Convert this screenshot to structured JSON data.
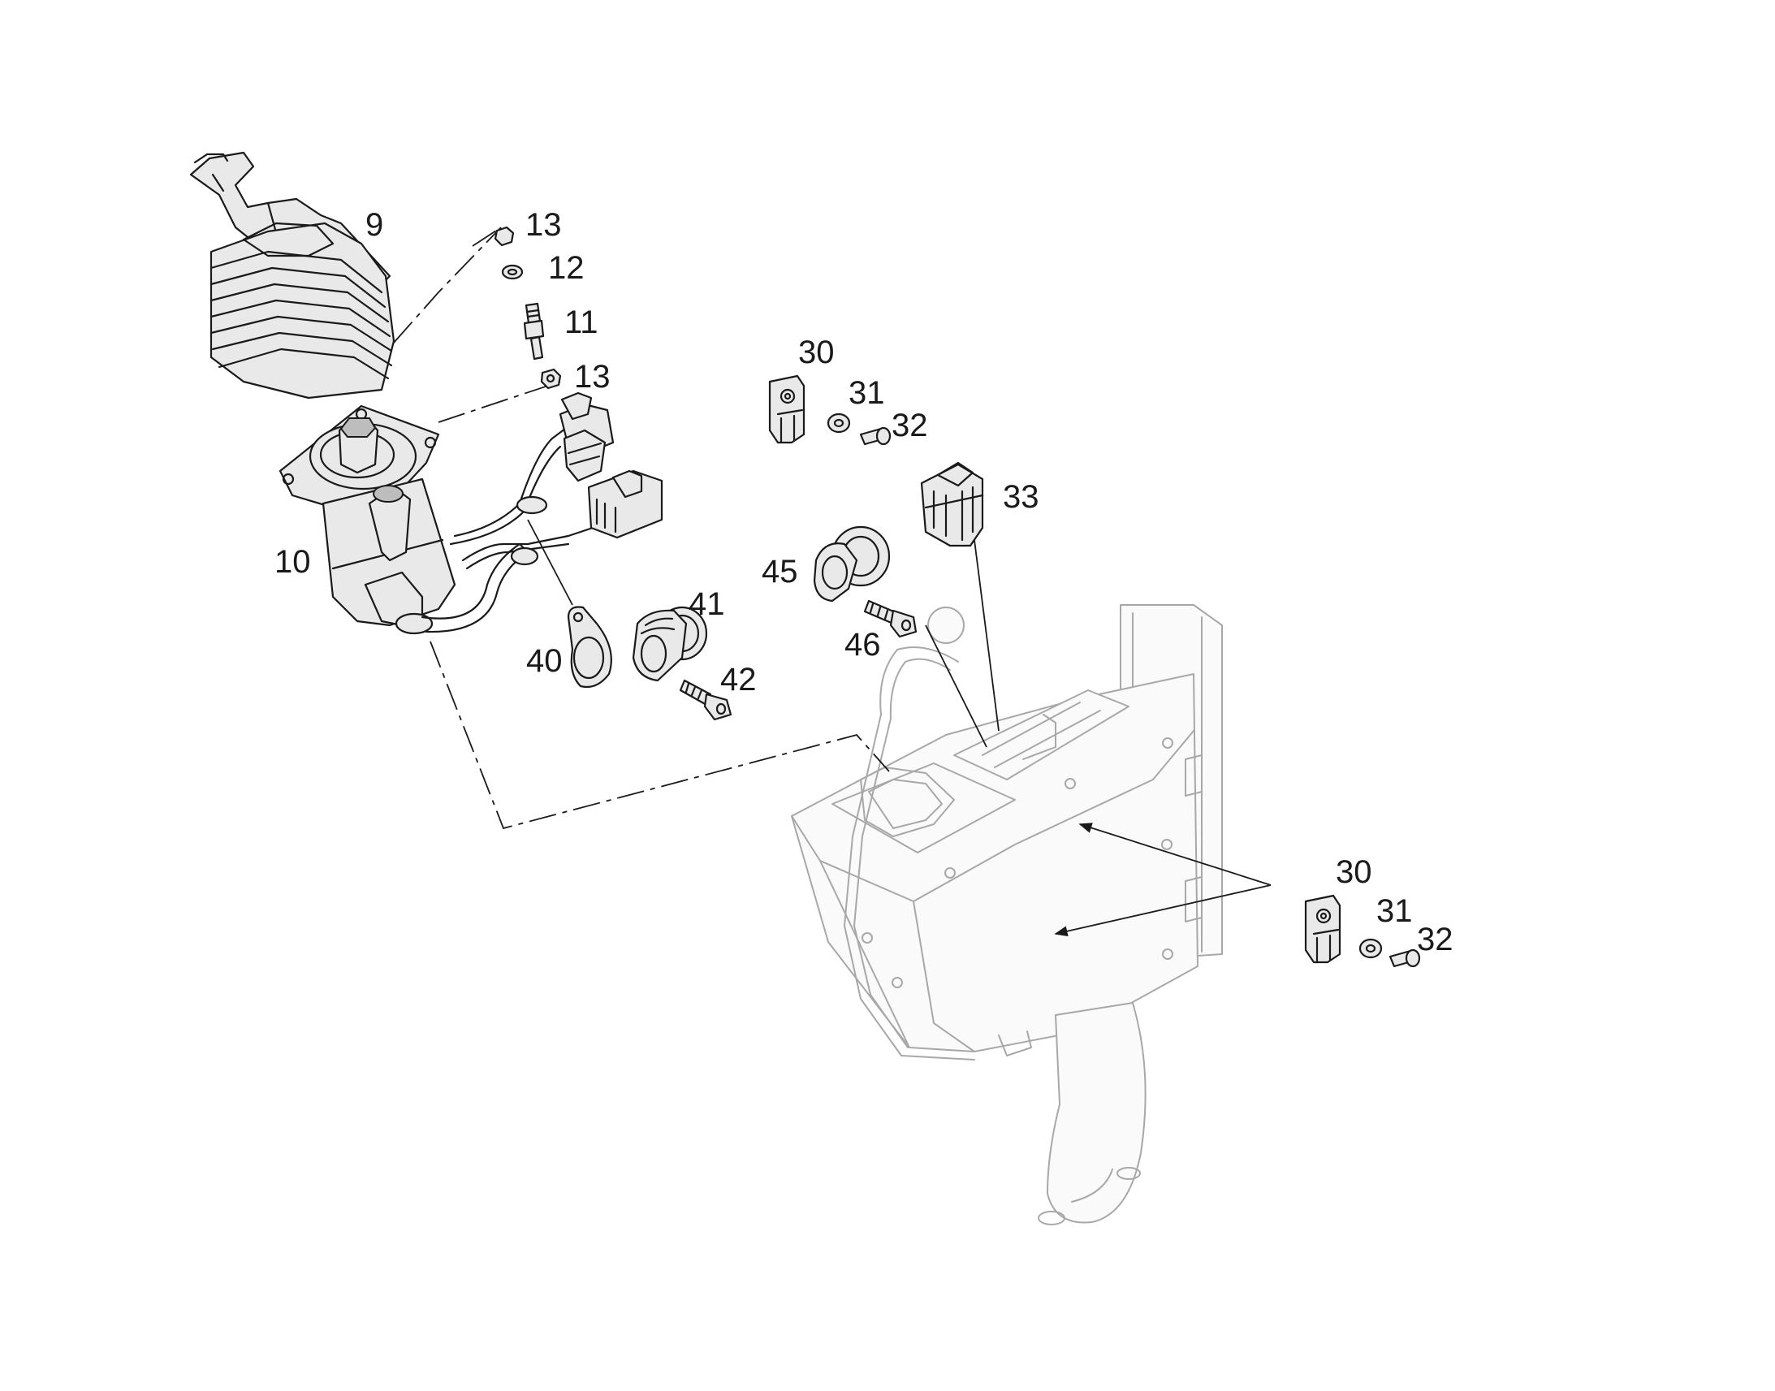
{
  "callouts": {
    "c9": "9",
    "c10": "10",
    "c11": "11",
    "c12": "12",
    "c13a": "13",
    "c13b": "13",
    "c30a": "30",
    "c31a": "31",
    "c32a": "32",
    "c33": "33",
    "c40": "40",
    "c41": "41",
    "c42": "42",
    "c45": "45",
    "c46": "46",
    "c30b": "30",
    "c31b": "31",
    "c32b": "32"
  }
}
